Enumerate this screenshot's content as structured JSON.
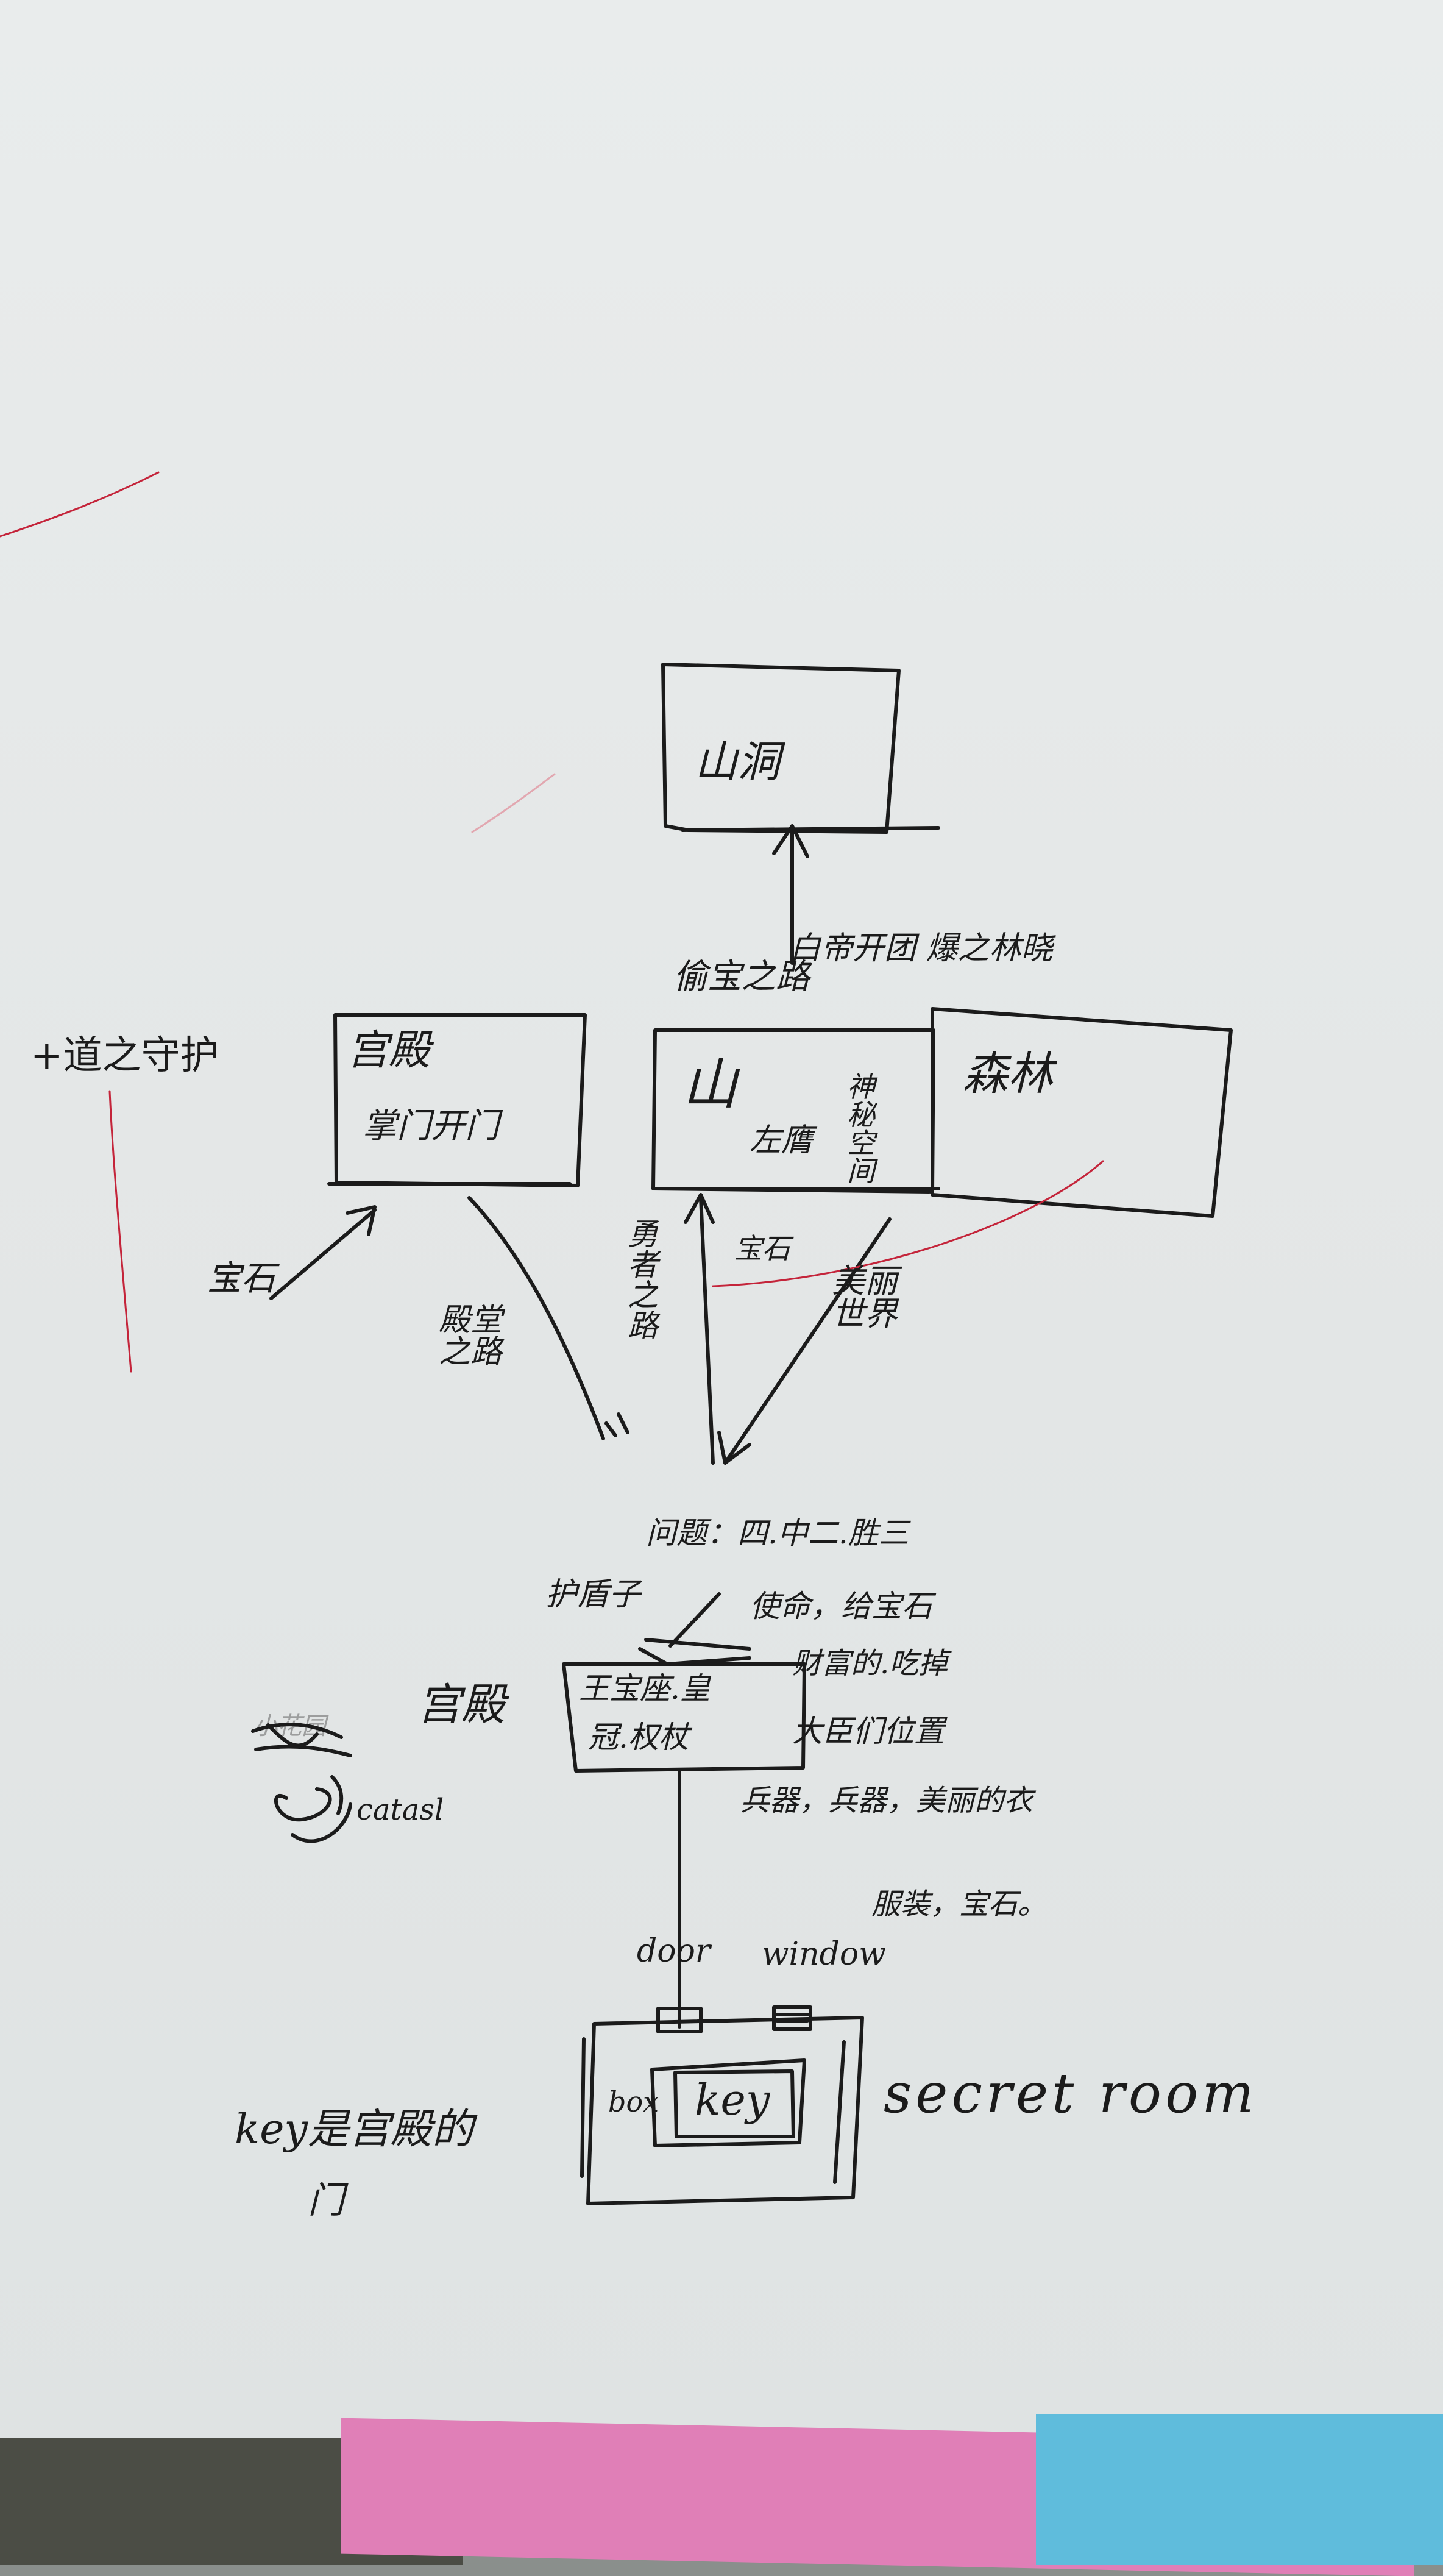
{
  "boxes": {
    "cave": "山洞",
    "palace_left": "宫殿",
    "palace_left_sub": "掌门开门",
    "mountain": "山",
    "forest": "森林",
    "throne": "王宝座.皇",
    "throne_sub": "冠.权杖",
    "key": "key",
    "box": "box"
  },
  "notes": {
    "path_top": "偷宝之路",
    "path_top_right": "白帝开团 爆之林晓",
    "guide": "+道之守护",
    "treasure_left": "宝石",
    "path_left": "殿堂之路",
    "path_mid": "勇者之路",
    "gem_mid": "宝石",
    "world": "美丽世界",
    "cliff_note": "左膺",
    "side_right": "神秘空间",
    "question": "问题：四.中二.胜三",
    "shield": "护盾子",
    "mission": "使命，给宝石",
    "reward": "财富的.吃掉",
    "officials": "大臣们位置",
    "palace_mid": "宫殿",
    "weapons": "兵器，兵器，美丽的衣",
    "clothes": "服装，宝石。",
    "scribble_top": "小花园",
    "scribble_bottom": "catasl",
    "door": "door",
    "window": "window",
    "secret_room": "secret room",
    "key_note": "key是宫殿的",
    "key_note2": "门"
  },
  "colors": {
    "ink": "#1b1b1b",
    "paper": "#e6e9e9",
    "red_pen": "#c4243a",
    "pink_folder": "#e07fb7",
    "blue_folder": "#5fbcdc"
  }
}
